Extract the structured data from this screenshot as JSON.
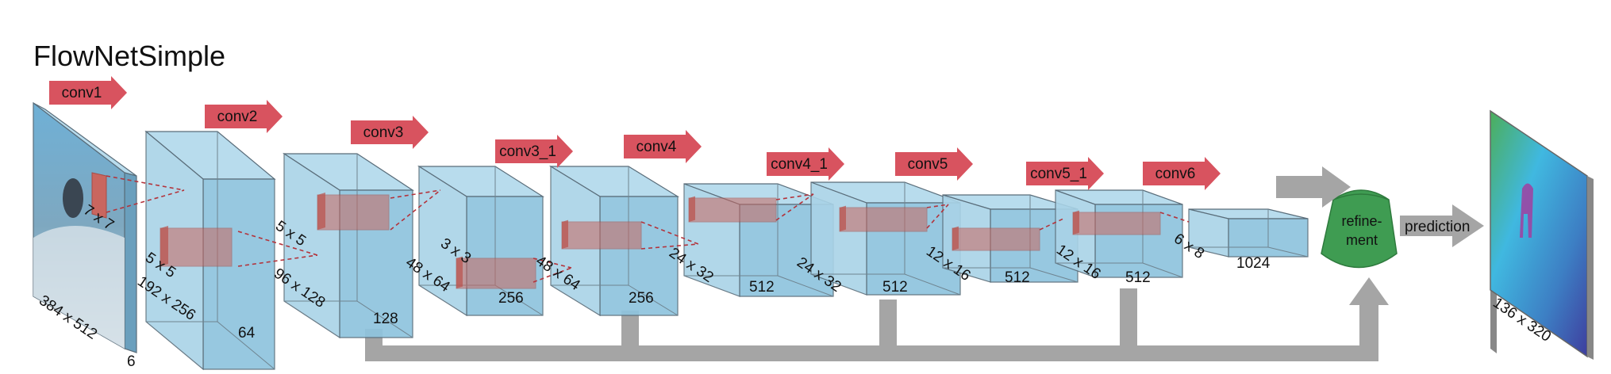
{
  "title": "FlowNetSimple",
  "colors": {
    "block": "#8fc4de",
    "block_side": "#a9d3e7",
    "block_top": "#b8dced",
    "arrow_label": "#d8535f",
    "kernel": "#c9665f",
    "connector": "#a5a5a5",
    "refinement": "#3f9c52"
  },
  "layers": [
    {
      "name": "conv1",
      "kernel": "7 x 7",
      "size": "384 x 512",
      "channels": "6"
    },
    {
      "name": "conv2",
      "kernel": "5 x 5",
      "size": "192 x 256",
      "channels": "64"
    },
    {
      "name": "conv3",
      "kernel": "5 x 5",
      "size": "96 x 128",
      "channels": "128"
    },
    {
      "name": "conv3_1",
      "kernel": "3 x 3",
      "size": "48 x 64",
      "channels": "256"
    },
    {
      "name": "conv4",
      "size": "48 x 64",
      "channels": "256"
    },
    {
      "name": "conv4_1",
      "size": "24 x 32",
      "channels": "512"
    },
    {
      "name": "conv5",
      "size": "24 x 32",
      "channels": "512"
    },
    {
      "name": "conv5_1",
      "size": "12 x 16",
      "channels": "512"
    },
    {
      "name": "conv6",
      "size": "12 x 16",
      "channels": "512"
    },
    {
      "size": "6 x 8",
      "channels": "1024"
    }
  ],
  "refinement_label": [
    "refine-",
    "ment"
  ],
  "prediction_label": "prediction",
  "output_size": "136 x 320"
}
